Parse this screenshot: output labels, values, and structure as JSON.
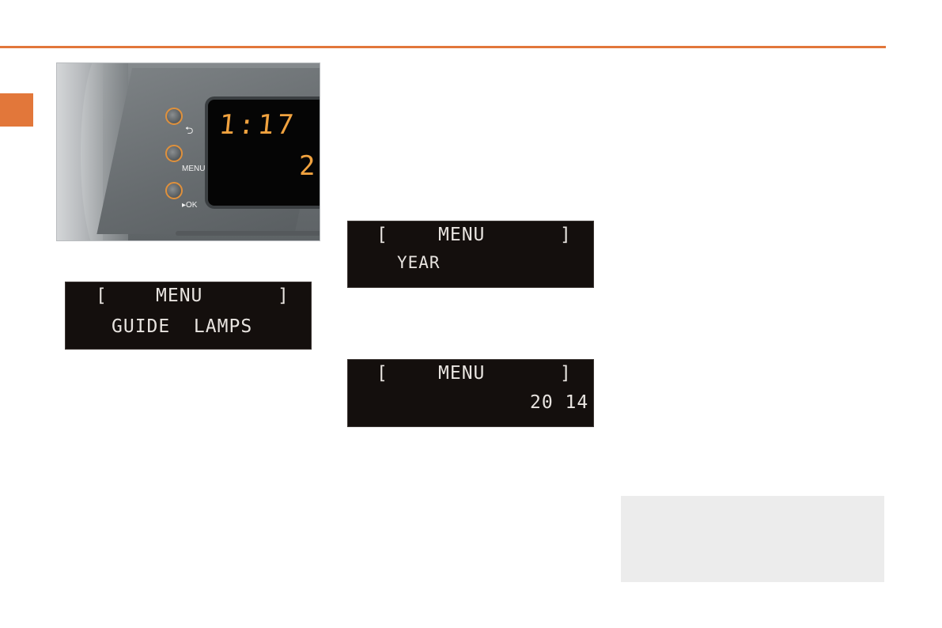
{
  "device_photo": {
    "clock": "1:17",
    "second_line": "2",
    "buttons": [
      {
        "label": "⮌"
      },
      {
        "label": "MENU"
      },
      {
        "label": "▸OK"
      }
    ]
  },
  "displays": [
    {
      "bracket_left": "[",
      "title": "MENU",
      "bracket_right": "]",
      "line2": "GUIDE  LAMPS"
    },
    {
      "bracket_left": "[",
      "title": "MENU",
      "bracket_right": "]",
      "line2": "YEAR"
    },
    {
      "bracket_left": "[",
      "title": "MENU",
      "bracket_right": "]",
      "line2": "20 14"
    }
  ],
  "colors": {
    "accent": "#e2773a",
    "lcd_digits": "#f0a23f",
    "info_box": "#ececec"
  }
}
